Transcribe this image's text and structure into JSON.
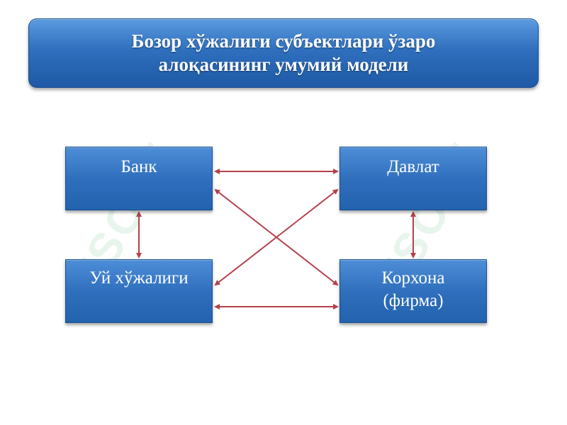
{
  "title": {
    "line1": "Бозор хўжалиги субъектлари ўзаро",
    "line2": "алоқасининг умумий модели"
  },
  "nodes": {
    "bank": "Банк",
    "state": "Давлат",
    "household": "Уй хўжалиги",
    "firm_line1": "Корхона",
    "firm_line2": "(фирма)"
  },
  "colors": {
    "box_fill": "#2f6fbd",
    "box_border": "#1b4f8f",
    "arrow": "#b5404a"
  },
  "watermark_text": "TSOFT"
}
